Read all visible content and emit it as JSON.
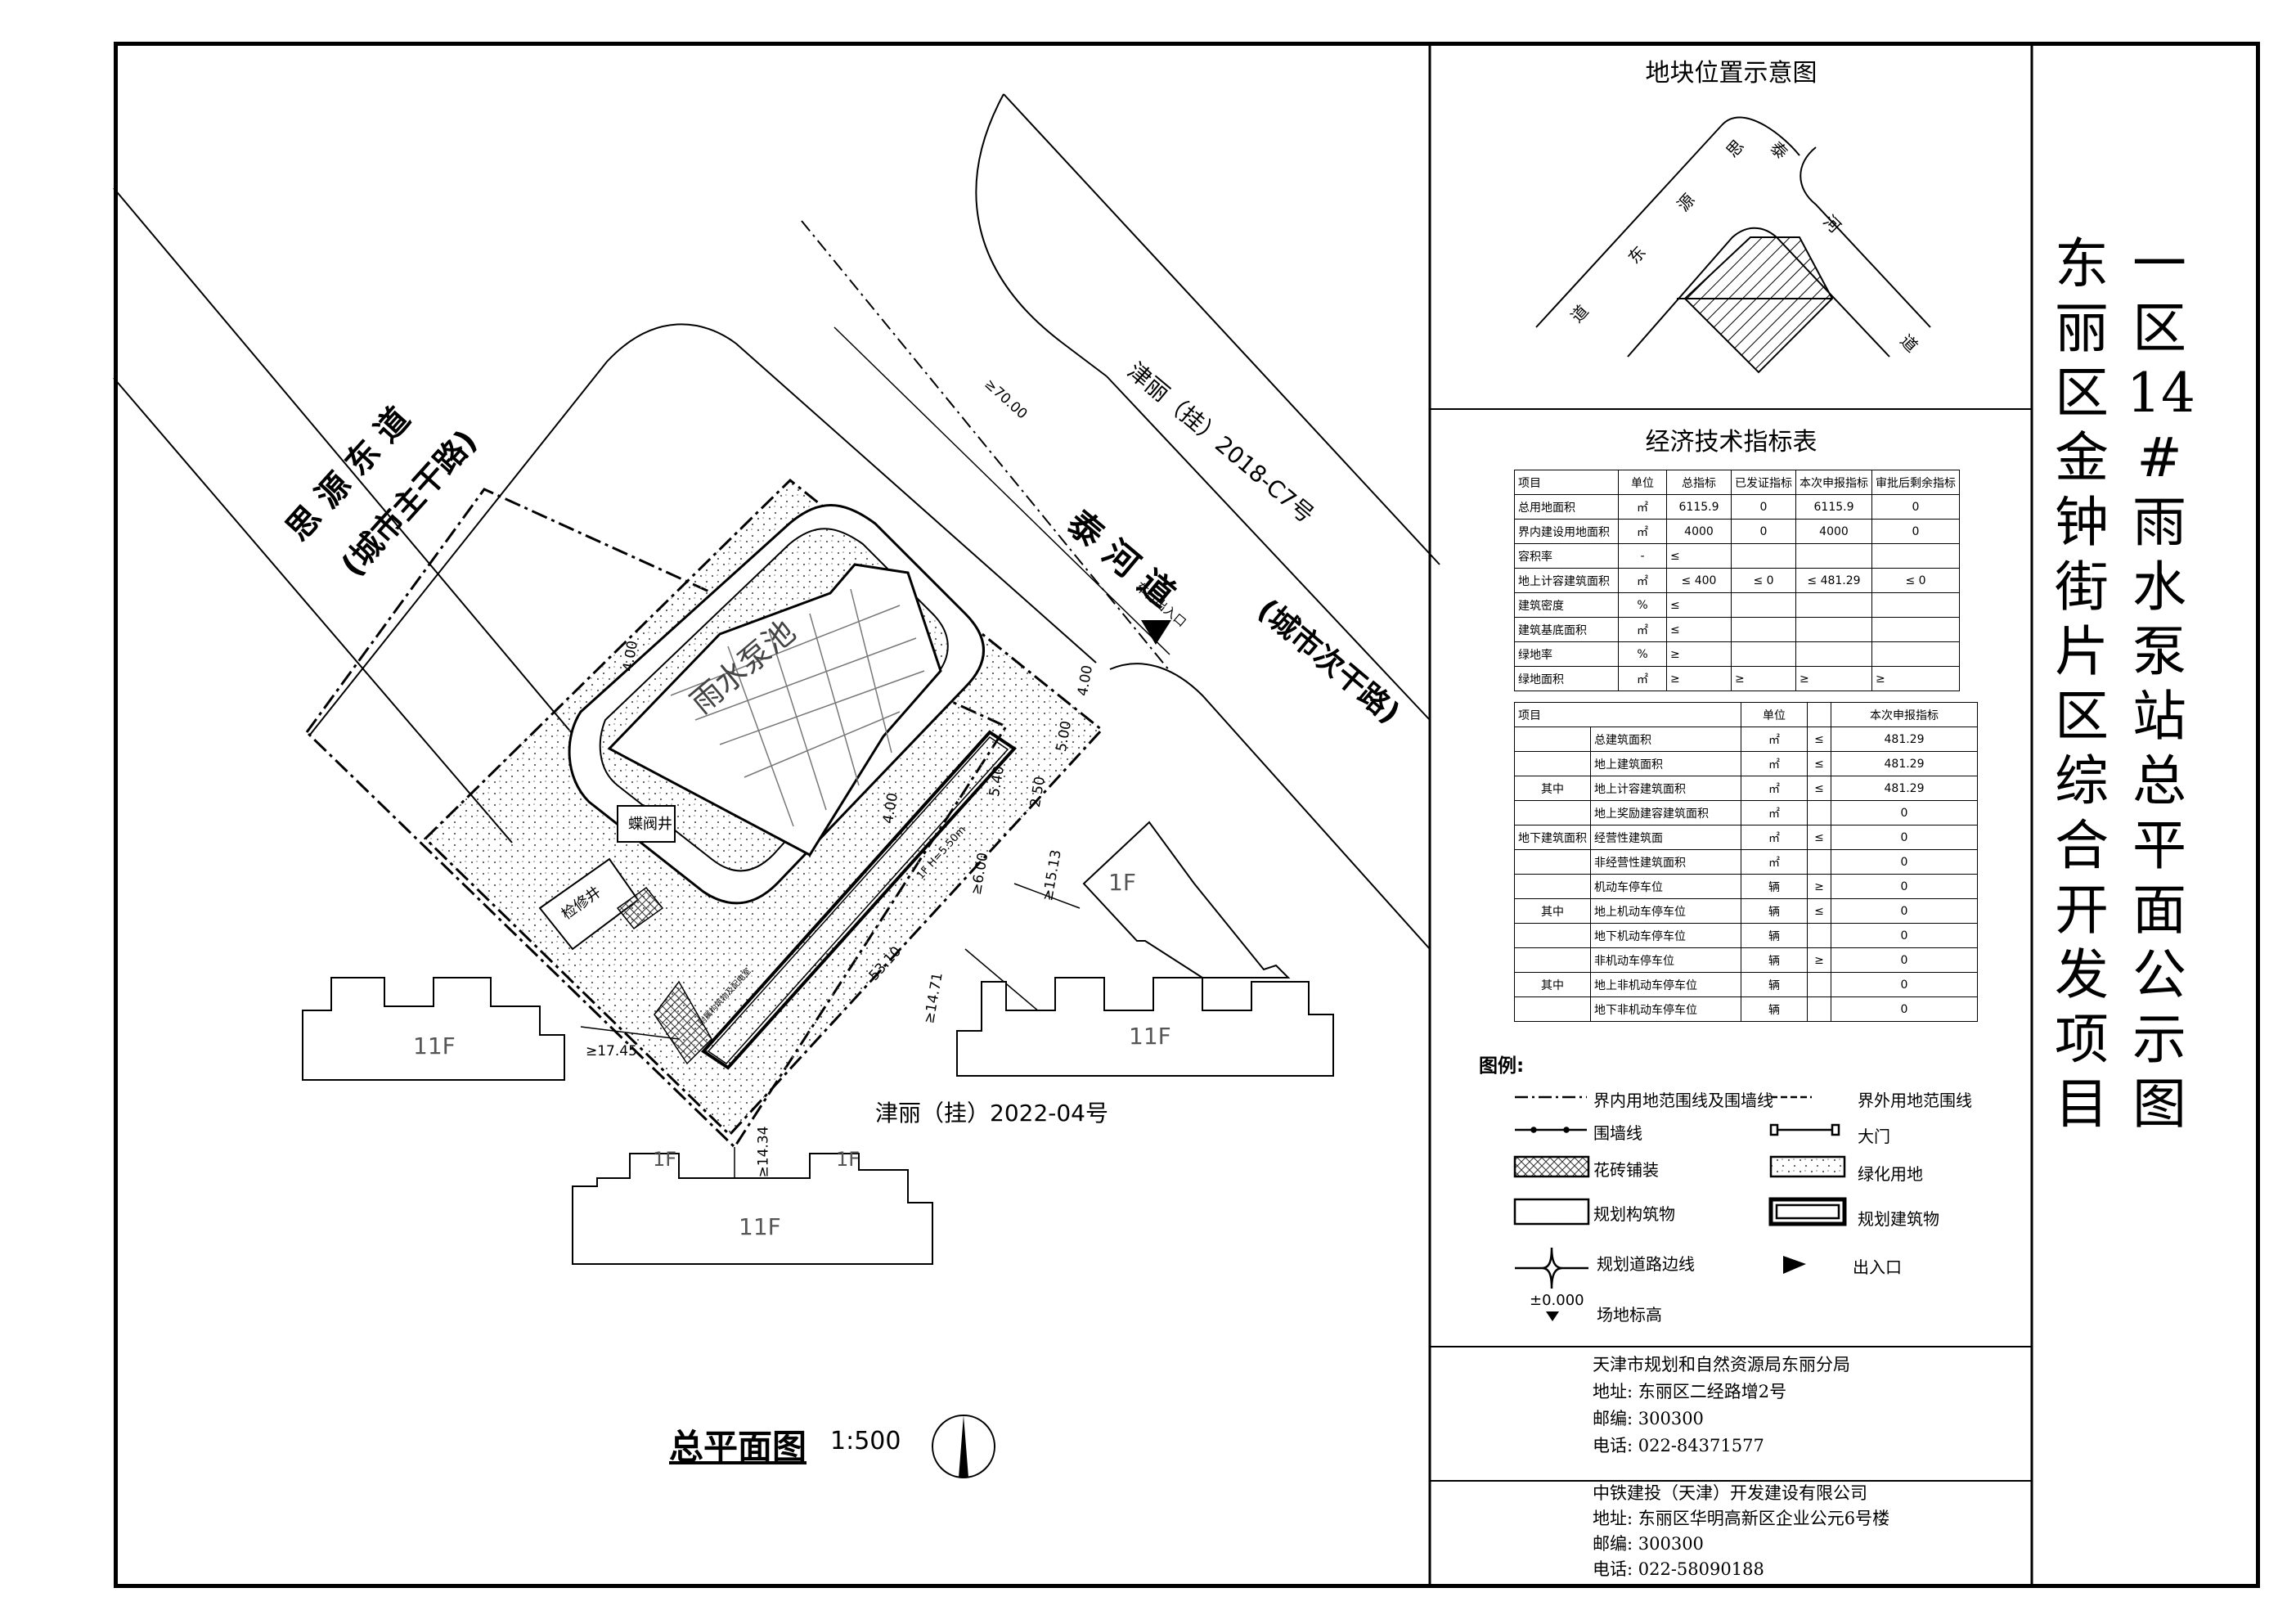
{
  "plan": {
    "road_left_name": "思 源 东 道",
    "road_left_class": "(城市主干路)",
    "road_top_name": "泰 河 道",
    "road_top_class": "(城市次干路)",
    "parcel_top": "津丽（挂）2018-C7号",
    "parcel_bottom": "津丽（挂）2022-04号",
    "pool": "雨水泵池",
    "valve_well": "蝶阀井",
    "check_well": "检修井",
    "entrance": "车行出入口",
    "building_1f": "1F",
    "building_11f_a": "11F",
    "building_11f_b": "11F",
    "building_11f_c": "11F",
    "building_1f_b": "1F",
    "building_1f_c": "1F",
    "dims": {
      "d1": "≥70.00",
      "d2": "4.00",
      "d3": "4.00",
      "d4": "5.00",
      "d5": "5.40",
      "d6": "2.50",
      "d7": "4.00",
      "d8": "≥6.00",
      "d9": "≥15.13",
      "d10": "≥14.71",
      "d11": "≥17.45",
      "d12": "≥14.34",
      "d13": "53.10",
      "d14": "1F H=5.50m"
    },
    "main_building": "附属构筑物及配电室",
    "title": "总平面图",
    "scale": "1:500"
  },
  "location_map": {
    "title": "地块位置示意图",
    "road_a": [
      "思",
      "源",
      "东",
      "道"
    ],
    "road_b": [
      "泰",
      "河",
      "道"
    ]
  },
  "indicators": {
    "title": "经济技术指标表",
    "header": [
      "项目",
      "单位",
      "总指标",
      "已发证指标",
      "本次申报指标",
      "审批后剩余指标"
    ],
    "rows": [
      [
        "总用地面积",
        "㎡",
        "6115.9",
        "0",
        "6115.9",
        "0"
      ],
      [
        "界内建设用地面积",
        "㎡",
        "4000",
        "0",
        "4000",
        "0"
      ],
      [
        "容积率",
        "-",
        "≤",
        "",
        "",
        ""
      ],
      [
        "地上计容建筑面积",
        "㎡",
        "≤ 400",
        "≤ 0",
        "≤ 481.29",
        "≤ 0"
      ],
      [
        "建筑密度",
        "%",
        "≤",
        "",
        "",
        ""
      ],
      [
        "建筑基底面积",
        "㎡",
        "≤",
        "",
        "",
        ""
      ],
      [
        "绿地率",
        "%",
        "≥",
        "",
        "",
        ""
      ],
      [
        "绿地面积",
        "㎡",
        "≥",
        "≥",
        "≥",
        "≥"
      ]
    ],
    "header2": [
      "项目",
      "单位",
      "本次申报指标"
    ],
    "rows2": [
      [
        "",
        "总建筑面积",
        "㎡",
        "≤",
        "481.29"
      ],
      [
        "",
        "地上建筑面积",
        "㎡",
        "≤",
        "481.29"
      ],
      [
        "其中",
        "地上计容建筑面积",
        "㎡",
        "≤",
        "481.29"
      ],
      [
        "",
        "地上奖励建容建筑面积",
        "㎡",
        "",
        "0"
      ],
      [
        "地下建筑面积",
        "经营性建筑面",
        "㎡",
        "≤",
        "0"
      ],
      [
        "",
        "非经营性建筑面积",
        "㎡",
        "",
        "0"
      ],
      [
        "",
        "机动车停车位",
        "辆",
        "≥",
        "0"
      ],
      [
        "其中",
        "地上机动车停车位",
        "辆",
        "≤",
        "0"
      ],
      [
        "",
        "地下机动车停车位",
        "辆",
        "",
        "0"
      ],
      [
        "",
        "非机动车停车位",
        "辆",
        "≥",
        "0"
      ],
      [
        "其中",
        "地上非机动车停车位",
        "辆",
        "",
        "0"
      ],
      [
        "",
        "地下非机动车停车位",
        "辆",
        "",
        "0"
      ]
    ]
  },
  "legend": {
    "title": "图例:",
    "items": {
      "inner_line": "界内用地范围线及围墙线",
      "outer_line": "界外用地范围线",
      "wall": "围墙线",
      "gate": "大门",
      "paving": "花砖铺装",
      "green": "绿化用地",
      "structure": "规划构筑物",
      "building": "规划建筑物",
      "road_edge": "规划道路边线",
      "entrance": "出入口",
      "elevation_value": "±0.000",
      "elevation": "场地标高"
    }
  },
  "authority": {
    "name": "天津市规划和自然资源局东丽分局",
    "address": "地址: 东丽区二经路增2号",
    "postcode": "邮编: 300300",
    "phone": "电话: 022-84371577"
  },
  "developer": {
    "name": "中铁建投（天津）开发建设有限公司",
    "address": "地址: 东丽区华明高新区企业公元6号楼",
    "postcode": "邮编: 300300",
    "phone": "电话: 022-58090188"
  },
  "title_col1": [
    "一",
    "区",
    "14",
    "#",
    "雨",
    "水",
    "泵",
    "站",
    "总",
    "平",
    "面",
    "公",
    "示",
    "图"
  ],
  "title_col2": [
    "东",
    "丽",
    "区",
    "金",
    "钟",
    "街",
    "片",
    "区",
    "综",
    "合",
    "开",
    "发",
    "项",
    "目"
  ]
}
